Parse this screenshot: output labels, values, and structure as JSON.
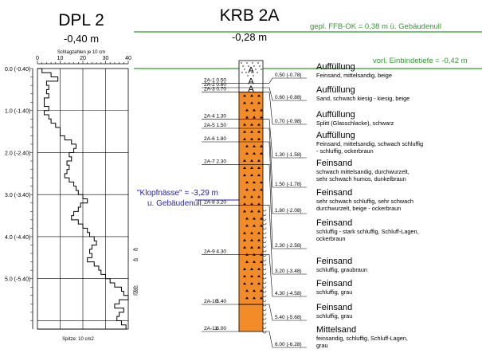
{
  "colors": {
    "fill_orange": "#f28c28",
    "green_line": "#2e9a2e",
    "green_text": "#2e9a2e",
    "blue_text": "#2222aa",
    "black": "#000000"
  },
  "dpl": {
    "title": "DPL 2",
    "elevation": "-0,40 m",
    "scale_caption": "Schlagzahlen je 10 cm",
    "tip_caption": "Spitze: 10 cm2",
    "x_ticks": [
      "0",
      "10",
      "20",
      "30",
      "40"
    ],
    "y_labels": [
      "0.0 (-0.40)",
      "1.0 (-1.40)",
      "2.0 (-2.40)",
      "3.0 (-3.40)",
      "4.0 (-4.40)",
      "5.0 (-5.40)"
    ],
    "overflow_labels": [
      {
        "depth": 4.3,
        "text": "42"
      },
      {
        "depth": 4.55,
        "text": "43"
      },
      {
        "depth": 5.2,
        "text": "43"
      },
      {
        "depth": 5.28,
        "text": "48"
      },
      {
        "depth": 5.36,
        "text": "52"
      }
    ],
    "blows": [
      2,
      6,
      9,
      4,
      5,
      4,
      5,
      3,
      3,
      5,
      3,
      5,
      6,
      8,
      10,
      10,
      12,
      15,
      17,
      16,
      14,
      15,
      13,
      14,
      13,
      12,
      14,
      16,
      17,
      18,
      20,
      22,
      19,
      18,
      16,
      15,
      18,
      20,
      22,
      23,
      25,
      26,
      24,
      23,
      24,
      22,
      25,
      27,
      28,
      30,
      32,
      34,
      37,
      38,
      40,
      36,
      34,
      38,
      36,
      35,
      37,
      39
    ]
  },
  "krb": {
    "title": "KRB 2A",
    "elevation": "-0,28 m",
    "ffb_label": "gepl. FFB-OK = 0,38 m ü. Gebäudenull",
    "einbinde_label": "vorl. Einbindetiefe = -0,42 m",
    "klopf_label_1": "\"Klopfnässe\" = -3,29 m",
    "klopf_label_2": "u. Gebäudenull",
    "samples": [
      {
        "id": "2A-1",
        "depth": "0.50"
      },
      {
        "id": "2A-2",
        "depth": "0.60"
      },
      {
        "id": "2A-3",
        "depth": "0.70"
      },
      {
        "id": "2A-4",
        "depth": "1.30"
      },
      {
        "id": "2A-5",
        "depth": "1.50"
      },
      {
        "id": "2A-6",
        "depth": "1.80"
      },
      {
        "id": "2A-7",
        "depth": "2.30"
      },
      {
        "id": "2A-8",
        "depth": "3.20"
      },
      {
        "id": "2A-9",
        "depth": "4.30"
      },
      {
        "id": "2A-10",
        "depth": "5.40"
      },
      {
        "id": "2A-11",
        "depth": "6.00"
      }
    ],
    "boundaries": [
      "0.50 (-0.78)",
      "0.60 (-0.88)",
      "0.70 (-0.98)",
      "1.30 (-1.58)",
      "1.50 (-1.78)",
      "1.80 (-2.08)",
      "2.30 (-2.58)",
      "3.20 (-3.48)",
      "4.30 (-4.58)",
      "5.40 (-5.68)",
      "6.00 (-6.28)"
    ],
    "layers": [
      {
        "name": "Auffüllung",
        "lines": [
          "Feinsand, mittelsandig, beige"
        ]
      },
      {
        "name": "Auffüllung",
        "lines": [
          "Sand, schwach kiesig - kiesig, beige"
        ]
      },
      {
        "name": "Auffüllung",
        "lines": [
          "Splitt (Glasschlacke), schwarz"
        ]
      },
      {
        "name": "Auffüllung",
        "lines": [
          "Feinsand, mittelsandig, schwach schluffig",
          "- schluffig, ockerbraun"
        ]
      },
      {
        "name": "Feinsand",
        "lines": [
          "schwach mittelsandig, durchwurzelt,",
          "sehr schwach humos, dunkelbraun"
        ]
      },
      {
        "name": "Feinsand",
        "lines": [
          "sehr schwach schluffig, sehr schwach",
          "durchwurzelt, beige - ockerbraun"
        ]
      },
      {
        "name": "Feinsand",
        "lines": [
          "schluffig - stark schluffig, Schluff-Lagen,",
          "ockerbraun"
        ]
      },
      {
        "name": "Feinsand",
        "lines": [
          "schluffig, graubraun"
        ]
      },
      {
        "name": "Feinsand",
        "lines": [
          "schluffig, grau"
        ]
      },
      {
        "name": "Feinsand",
        "lines": [
          "schluffig, grau"
        ]
      },
      {
        "name": "Mittelsand",
        "lines": [
          "feinsandig, schluffig, Schluff-Lagen,",
          "grau"
        ]
      }
    ]
  }
}
